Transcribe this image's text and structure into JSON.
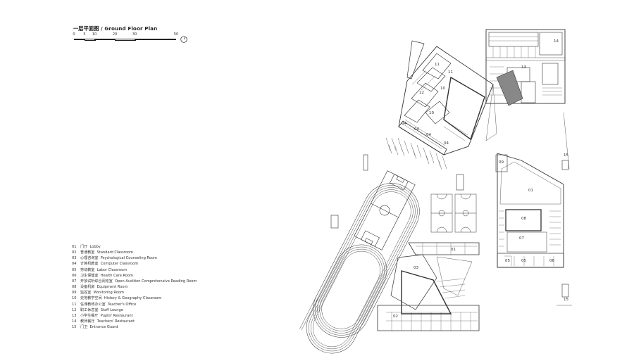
{
  "title": "一层平面图 / Ground Floor Plan",
  "scale_ticks": [
    "0",
    "5",
    "10",
    "20",
    "30",
    "50"
  ],
  "legend": [
    {
      "num": "01",
      "zh": "门厅",
      "en": "Lobby"
    },
    {
      "num": "02",
      "zh": "普通教室",
      "en": "Standard Classroom"
    },
    {
      "num": "03",
      "zh": "心理咨询室",
      "en": "Psychological Counseling Room"
    },
    {
      "num": "04",
      "zh": "计算机教室",
      "en": "Computer Classroom"
    },
    {
      "num": "05",
      "zh": "劳动教室",
      "en": "Labor Classroom"
    },
    {
      "num": "06",
      "zh": "卫生保健室",
      "en": "Health Care Room"
    },
    {
      "num": "07",
      "zh": "开放试听综合阅览室",
      "en": "Open Audition Comprehensive Reading Room"
    },
    {
      "num": "08",
      "zh": "设备机房",
      "en": "Equipment Room"
    },
    {
      "num": "09",
      "zh": "监控室",
      "en": "Monitoring Room"
    },
    {
      "num": "10",
      "zh": "史地教学空间",
      "en": "History & Geography Classroom"
    },
    {
      "num": "11",
      "zh": "任课教师办公室",
      "en": "Teacher's Office"
    },
    {
      "num": "12",
      "zh": "职工休息室",
      "en": "Staff Lounge"
    },
    {
      "num": "13",
      "zh": "小学生餐厅",
      "en": "Pupils' Restaurant"
    },
    {
      "num": "14",
      "zh": "教师餐厅",
      "en": "Teachers' Restaurant"
    },
    {
      "num": "15",
      "zh": "门卫",
      "en": "Entrance Guard"
    }
  ],
  "plan_labels": {
    "l04a": "04",
    "l04b": "04",
    "l04c": "04",
    "l04d": "04",
    "l10a": "10",
    "l10b": "10",
    "l11a": "11",
    "l11b": "11",
    "l12a": "12",
    "l13": "13",
    "l14": "14",
    "l09": "09",
    "l01a": "01",
    "l08": "08",
    "l07": "07",
    "l05a": "05",
    "l05b": "05",
    "l06": "06",
    "l01b": "01",
    "l03": "03",
    "l15a": "15",
    "l15b": "15",
    "r02": "02"
  }
}
